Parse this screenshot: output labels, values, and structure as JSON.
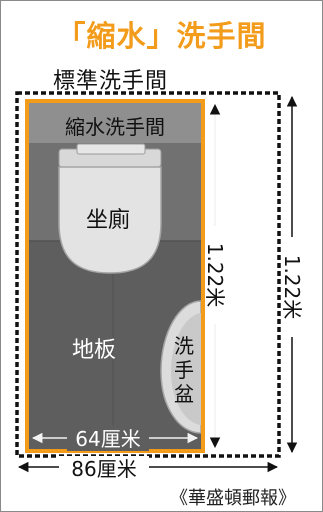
{
  "title": "「縮水」洗手間",
  "standard_label": "標準洗手間",
  "compact_label": "縮水洗手間",
  "toilet_label": "坐廁",
  "floor_label": "地板",
  "sink_label": "洗手盆",
  "compact_width": "64厘米",
  "standard_width": "86厘米",
  "compact_depth": "1.22米",
  "standard_depth": "1.22米",
  "caption": "《華盛頓郵報》",
  "colors": {
    "accent": "#f39c1c",
    "dashed_outline": "#111111",
    "floor": "#5e5e5e",
    "header_band": "#8f8f8f"
  }
}
